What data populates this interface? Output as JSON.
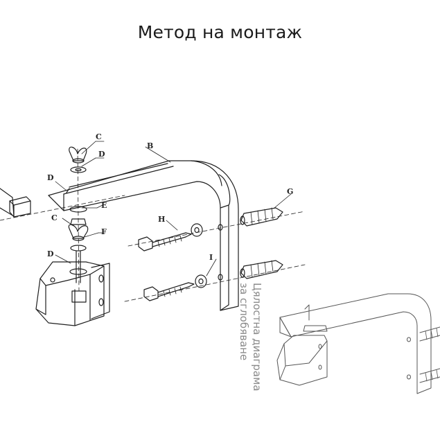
{
  "title": "Метод на монтаж",
  "caption": {
    "line1": "Цялостна диаграма",
    "line2": "за сглобяване"
  },
  "part_labels": {
    "b": "B",
    "c_top": "C",
    "d_top": "D",
    "d_left": "D",
    "e": "E",
    "c_mid": "C",
    "f": "F",
    "d_low": "D",
    "g": "G",
    "h": "H",
    "i": "I"
  },
  "colors": {
    "line": "#1f1f1f",
    "caption": "#8a8a8a"
  }
}
